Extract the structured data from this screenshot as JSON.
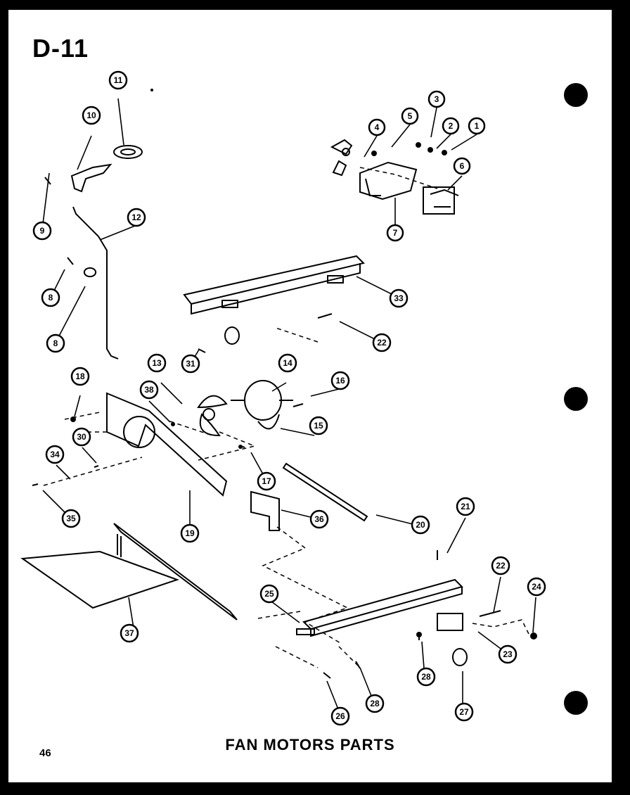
{
  "header": {
    "diagram_id": "D-11"
  },
  "footer": {
    "page_number": "46",
    "caption": "FAN MOTORS PARTS"
  },
  "callouts": {
    "c1": "1",
    "c2": "2",
    "c3": "3",
    "c4": "4",
    "c5": "5",
    "c6": "6",
    "c7": "7",
    "c8a": "8",
    "c8b": "8",
    "c9": "9",
    "c10": "10",
    "c11": "11",
    "c12": "12",
    "c13": "13",
    "c14": "14",
    "c15": "15",
    "c16": "16",
    "c17": "17",
    "c18": "18",
    "c19": "19",
    "c20": "20",
    "c21": "21",
    "c22a": "22",
    "c22b": "22",
    "c23": "23",
    "c24": "24",
    "c25": "25",
    "c26": "26",
    "c27": "27",
    "c28a": "28",
    "c28b": "28",
    "c30": "30",
    "c31": "31",
    "c33": "33",
    "c34": "34",
    "c35": "35",
    "c36": "36",
    "c37": "37",
    "c38": "38"
  }
}
